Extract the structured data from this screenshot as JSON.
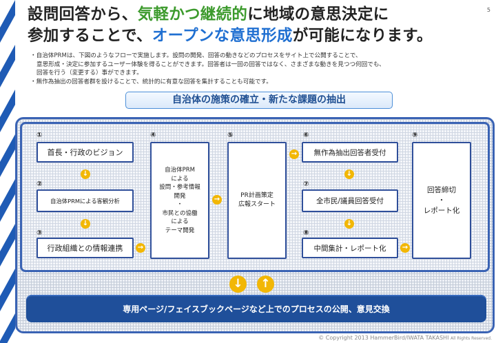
{
  "page_number": "5",
  "title": {
    "line1_a": "設問回答から、",
    "line1_b": "気軽かつ継続的",
    "line1_c": "に地域の意思決定に",
    "line2_a": "参加することで、",
    "line2_b": "オープンな意思形成",
    "line2_c": "が可能になります。"
  },
  "bullets": {
    "b1_l1": "・自治体PRMは、下図のようなフローで実施します。設問の開発、回答の動きなどのプロセスをサイト上で公開することで、",
    "b1_l2": "意思形成・決定に参加するユーザー体験を得ることができます。回答者は一回の回答ではなく、さまざまな動きを見つつ何回でも、",
    "b1_l3": "回答を行う（変更する）事ができます。",
    "b2": "・無作為抽出の回答者群を設けることで、統計的に有意な回答を集計することも可能です。"
  },
  "banner": "自治体の施策の確立・新たな課題の抽出",
  "steps": {
    "n1": "①",
    "s1": "首長・行政のビジョン",
    "n2": "②",
    "s2": "自治体PRMによる客観分析",
    "n3": "③",
    "s3": "行政組織との情報連携",
    "n4": "④",
    "s4_lines": [
      "自治体PRM",
      "による",
      "設問・参考情報",
      "開発",
      "・",
      "市民との協働",
      "による",
      "テーマ開発"
    ],
    "n5": "⑤",
    "s5_l1": "PR計画策定",
    "s5_l2": "広報スタート",
    "n6": "⑥",
    "s6": "無作為抽出回答者受付",
    "n7": "⑦",
    "s7": "全市民/議員回答受付",
    "n8": "⑧",
    "s8": "中間集計・レポート化",
    "n9": "⑨",
    "s9_l1": "回答締切",
    "s9_l2": "・",
    "s9_l3": "レポート化"
  },
  "arrow_glyphs": {
    "down": "↓",
    "right": "→",
    "up": "↑"
  },
  "bottom_bar": "専用ページ/フェイスブックページなど上でのプロセスの公開、意見交換",
  "copyright": "© Copyright 2013 HammerBird/IWATA TAKASHI",
  "rights": "All Rights Reserved.",
  "colors": {
    "accent_green": "#3c9a2c",
    "accent_blue": "#1f6fd1",
    "frame_blue": "#3a63b4",
    "arrow_yellow": "#f2b705",
    "bar_navy": "#1f4f9a"
  }
}
